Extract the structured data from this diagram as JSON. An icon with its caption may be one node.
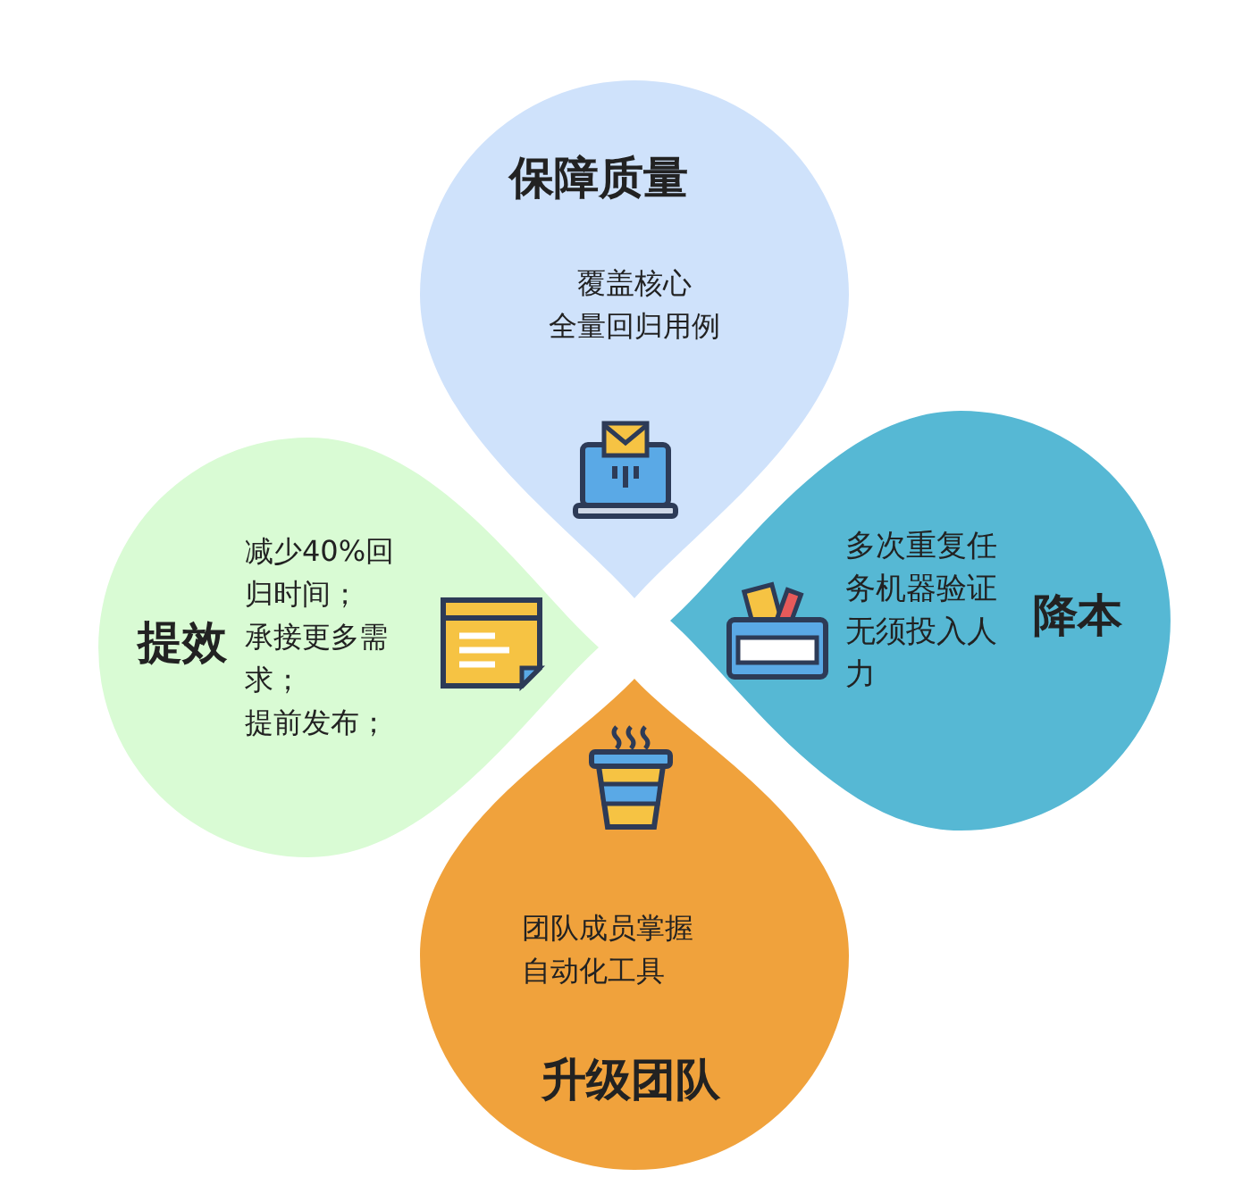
{
  "diagram": {
    "nodes": [
      {
        "text": [
          "保障质量",
          "覆盖核心",
          "全量回归用例"
        ]
      },
      {
        "text": [
          "多次重复任务机器验证无须投入人力",
          "降本"
        ]
      },
      {
        "text": [
          "提效",
          "减少40%回归时间；",
          "承接更多需求；",
          "提前发布；"
        ]
      },
      {
        "text": [
          "团队成员掌握自动化工具",
          "升级团队"
        ]
      }
    ]
  }
}
